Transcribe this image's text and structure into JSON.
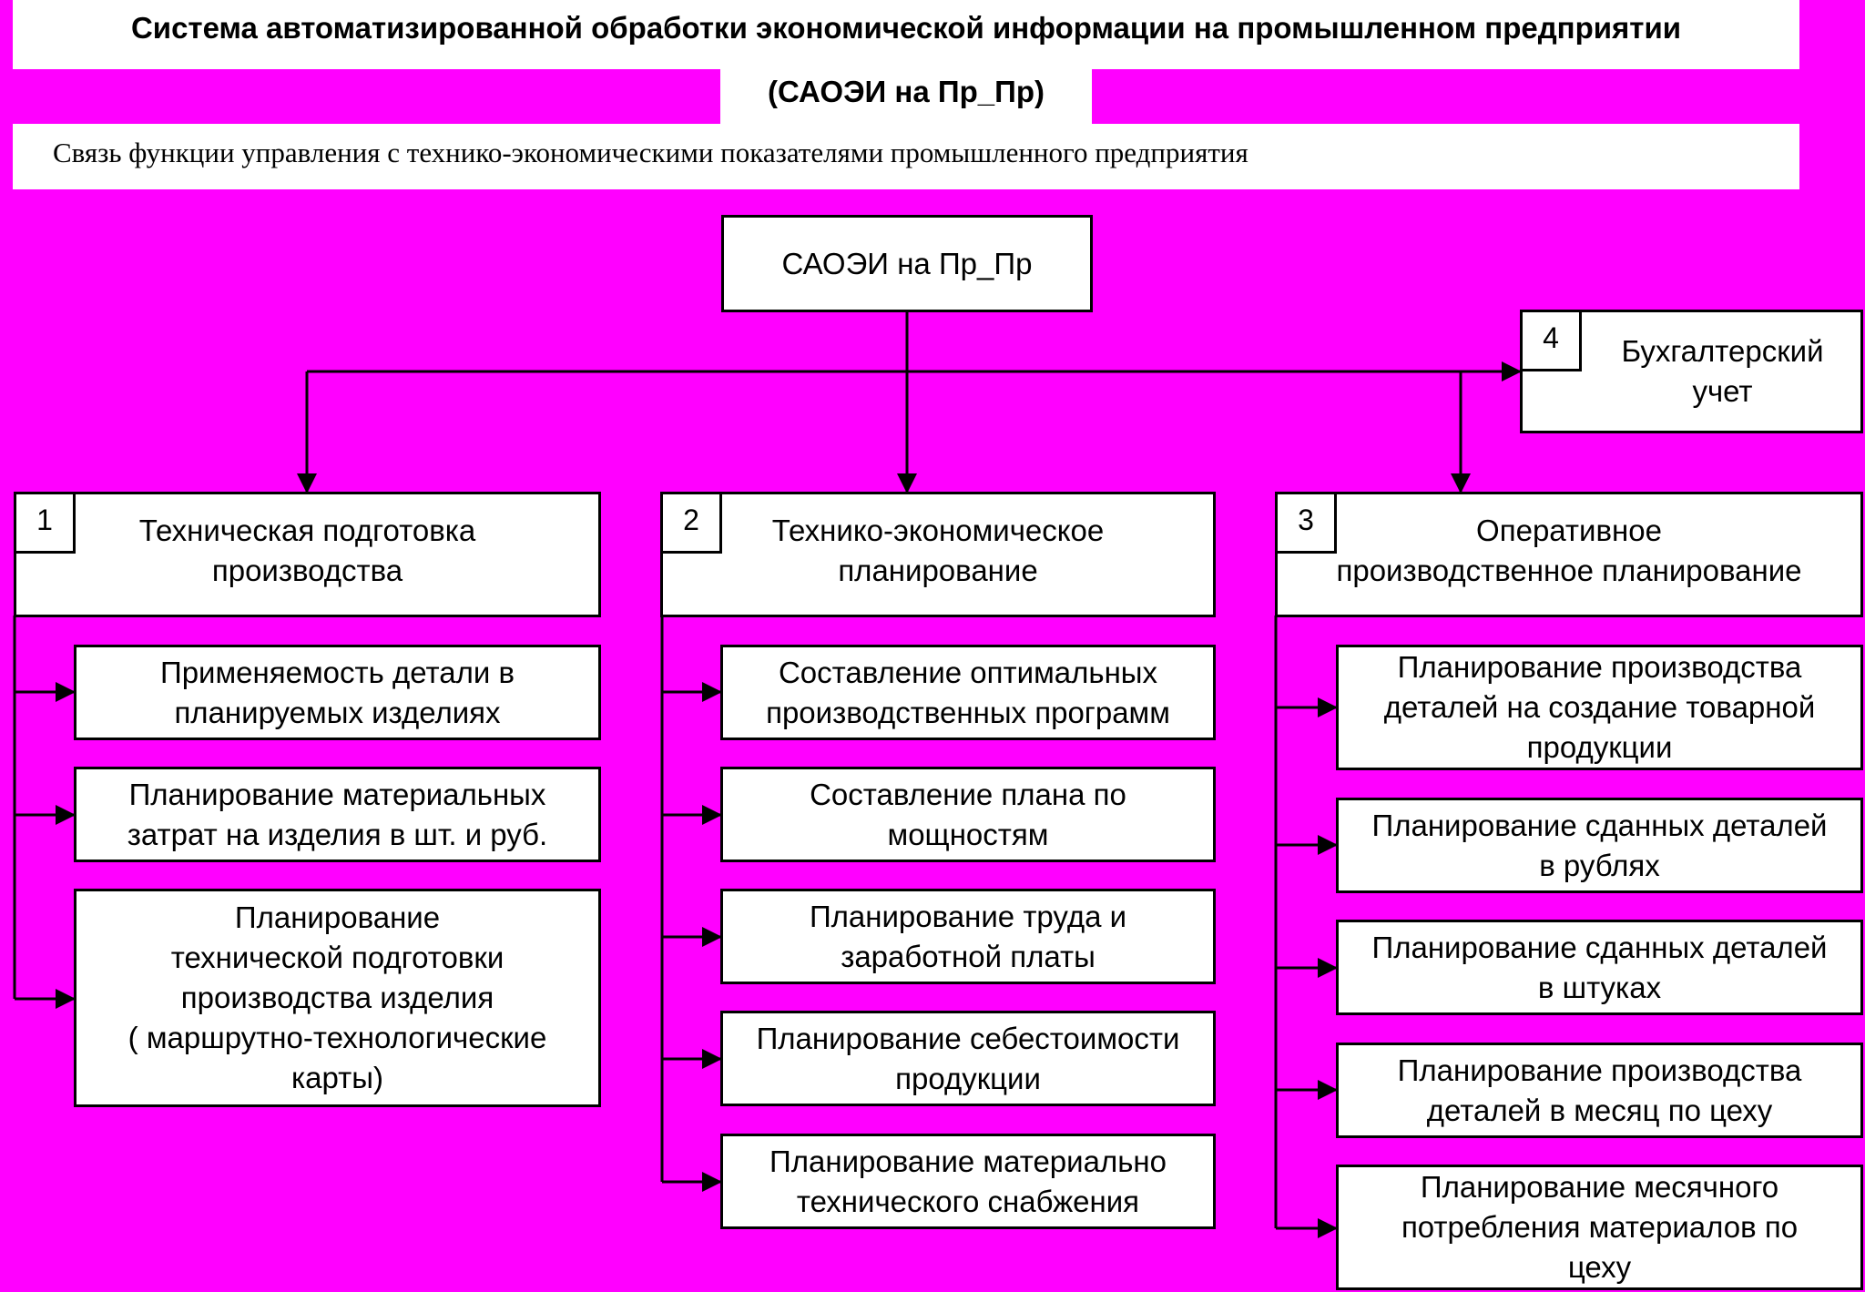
{
  "header": {
    "title": "Система автоматизированной обработки экономической информации на промышленном предприятии",
    "subtitle": "(САОЭИ на Пр_Пр)",
    "caption": "Связь функции управления с технико-экономическими показателями промышленного предприятия"
  },
  "root": {
    "label": "САОЭИ на Пр_Пр"
  },
  "accounting": {
    "number": "4",
    "label": "Бухгалтерский\nучет"
  },
  "branches": [
    {
      "number": "1",
      "label": "Техническая подготовка\nпроизводства",
      "items": [
        "Применяемость детали в\nпланируемых изделиях",
        "Планирование материальных\nзатрат на изделия в шт. и руб.",
        "Планирование\nтехнической подготовки\nпроизводства изделия\n( маршрутно-технологические\nкарты)"
      ]
    },
    {
      "number": "2",
      "label": "Технико-экономическое\nпланирование",
      "items": [
        "Составление оптимальных\nпроизводственных программ",
        "Составление плана по\nмощностям",
        "Планирование труда и\nзаработной платы",
        "Планирование себестоимости\nпродукции",
        "Планирование материально\nтехнического снабжения"
      ]
    },
    {
      "number": "3",
      "label": "Оперативное\nпроизводственное планирование",
      "items": [
        "Планирование производства\nдеталей на создание товарной\nпродукции",
        "Планирование сданных деталей\nв рублях",
        "Планирование сданных деталей\nв штуках",
        "Планирование производства\nдеталей в месяц по цеху",
        "Планирование месячного\nпотребления материалов по\nцеху"
      ]
    }
  ]
}
